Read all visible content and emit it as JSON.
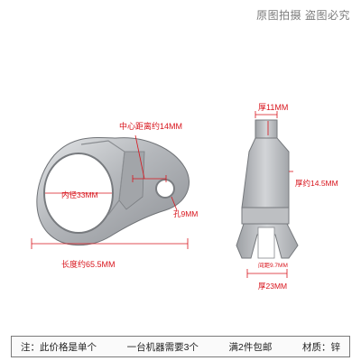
{
  "watermark": {
    "text": "原图拍摄  盗图必究"
  },
  "labels": {
    "center_distance": "中心距离约14MM",
    "inner_diameter": "内径33MM",
    "hole": "孔9MM",
    "length": "长度约65.5MM",
    "thickness_top": "厚11MM",
    "thickness_side": "厚约14.5MM",
    "gap": "间距9.7MM",
    "thickness_bottom": "厚23MM"
  },
  "footer": {
    "note": "注：此价格是单个",
    "machine": "一台机器需要3个",
    "promo": "满2件包邮",
    "material": "材质：锌"
  },
  "colors": {
    "annotation": "#d8151d",
    "metal": "#b9bcc0",
    "background": "#ffffff"
  }
}
